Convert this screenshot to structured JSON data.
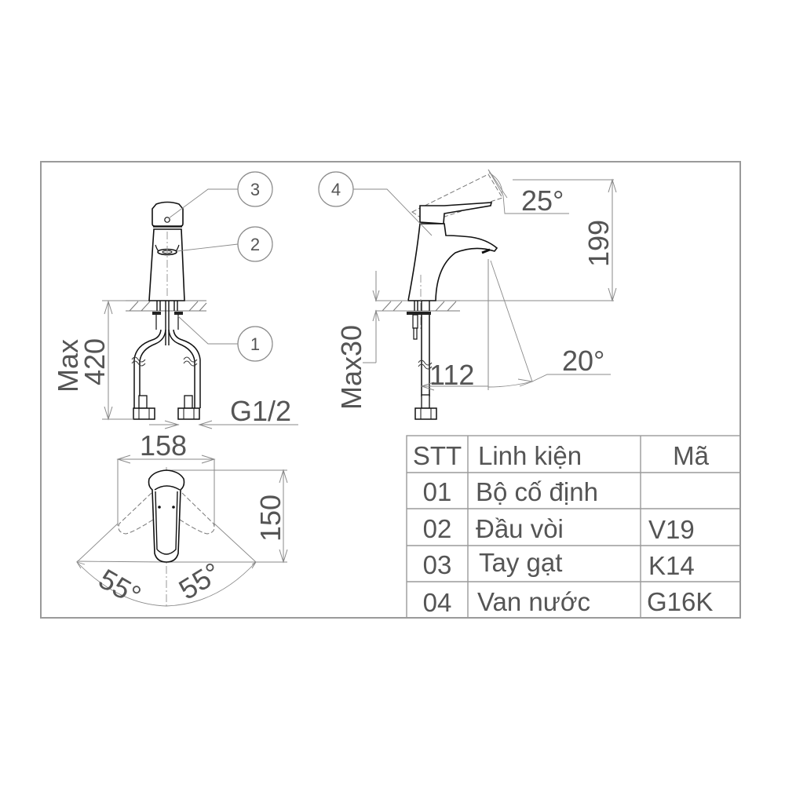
{
  "drawing": {
    "title": "Faucet installation drawing",
    "callouts": [
      {
        "id": "1",
        "label": "1"
      },
      {
        "id": "2",
        "label": "2"
      },
      {
        "id": "3",
        "label": "3"
      },
      {
        "id": "4",
        "label": "4"
      }
    ],
    "front_view": {
      "height_dim_label": "Max",
      "height_dim_value": "420",
      "thread_label": "G1/2"
    },
    "side_view": {
      "lever_angle": "25°",
      "height_dim": "199",
      "deck_thickness_label": "Max30",
      "reach_dim": "112",
      "spout_angle": "20°"
    },
    "top_view": {
      "width_dim": "158",
      "depth_dim": "150",
      "left_angle": "55°",
      "right_angle": "55°"
    }
  },
  "parts_table": {
    "headers": {
      "no": "STT",
      "component": "Linh kiện",
      "code": "Mã"
    },
    "rows": [
      {
        "no": "01",
        "component": "Bộ cố định",
        "code": ""
      },
      {
        "no": "02",
        "component": "Đầu vòi",
        "code": "V19"
      },
      {
        "no": "03",
        "component": "Tay gạt",
        "code": "K14"
      },
      {
        "no": "04",
        "component": "Van nước",
        "code": "G16K"
      }
    ]
  },
  "colors": {
    "text": "#555555",
    "dimension_lines": "#8a8a8a",
    "part_outline": "#111111",
    "frame": "#9a9a9a"
  }
}
